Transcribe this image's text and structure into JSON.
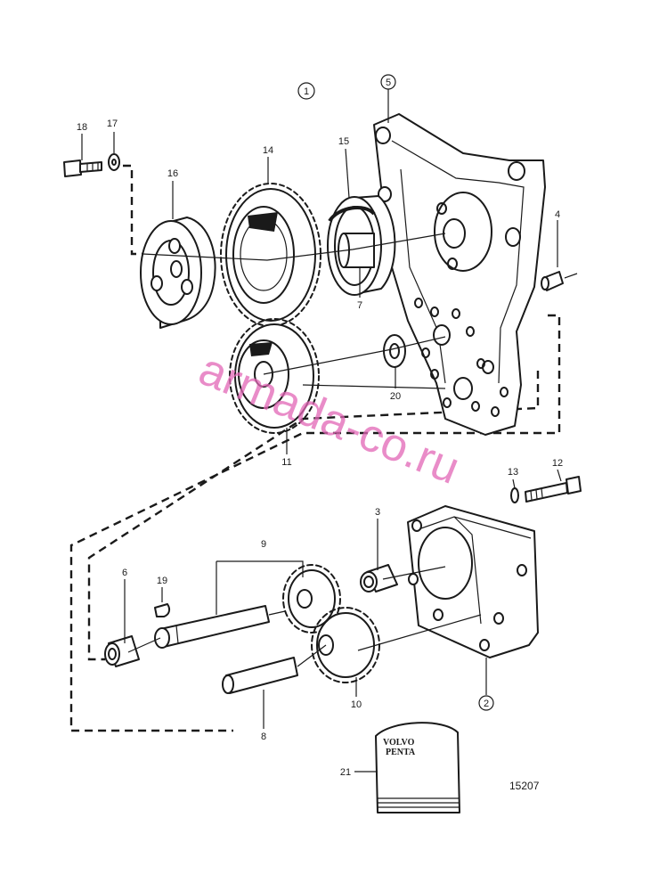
{
  "diagram": {
    "group_number": "1",
    "reference_number": "15207",
    "parts": [
      {
        "id": "p1",
        "label": "1"
      },
      {
        "id": "p2",
        "label": "2"
      },
      {
        "id": "p3",
        "label": "3"
      },
      {
        "id": "p4",
        "label": "4"
      },
      {
        "id": "p5",
        "label": "5"
      },
      {
        "id": "p6",
        "label": "6"
      },
      {
        "id": "p7",
        "label": "7"
      },
      {
        "id": "p8",
        "label": "8"
      },
      {
        "id": "p9",
        "label": "9"
      },
      {
        "id": "p10",
        "label": "10"
      },
      {
        "id": "p11",
        "label": "11"
      },
      {
        "id": "p12",
        "label": "12"
      },
      {
        "id": "p13",
        "label": "13"
      },
      {
        "id": "p14",
        "label": "14"
      },
      {
        "id": "p15",
        "label": "15"
      },
      {
        "id": "p16",
        "label": "16"
      },
      {
        "id": "p17",
        "label": "17"
      },
      {
        "id": "p18",
        "label": "18"
      },
      {
        "id": "p19",
        "label": "19"
      },
      {
        "id": "p20",
        "label": "20"
      },
      {
        "id": "p21",
        "label": "21"
      }
    ],
    "kit_brand_line1": "VOLVO",
    "kit_brand_line2": "PENTA"
  },
  "watermark": "armada-co.ru"
}
